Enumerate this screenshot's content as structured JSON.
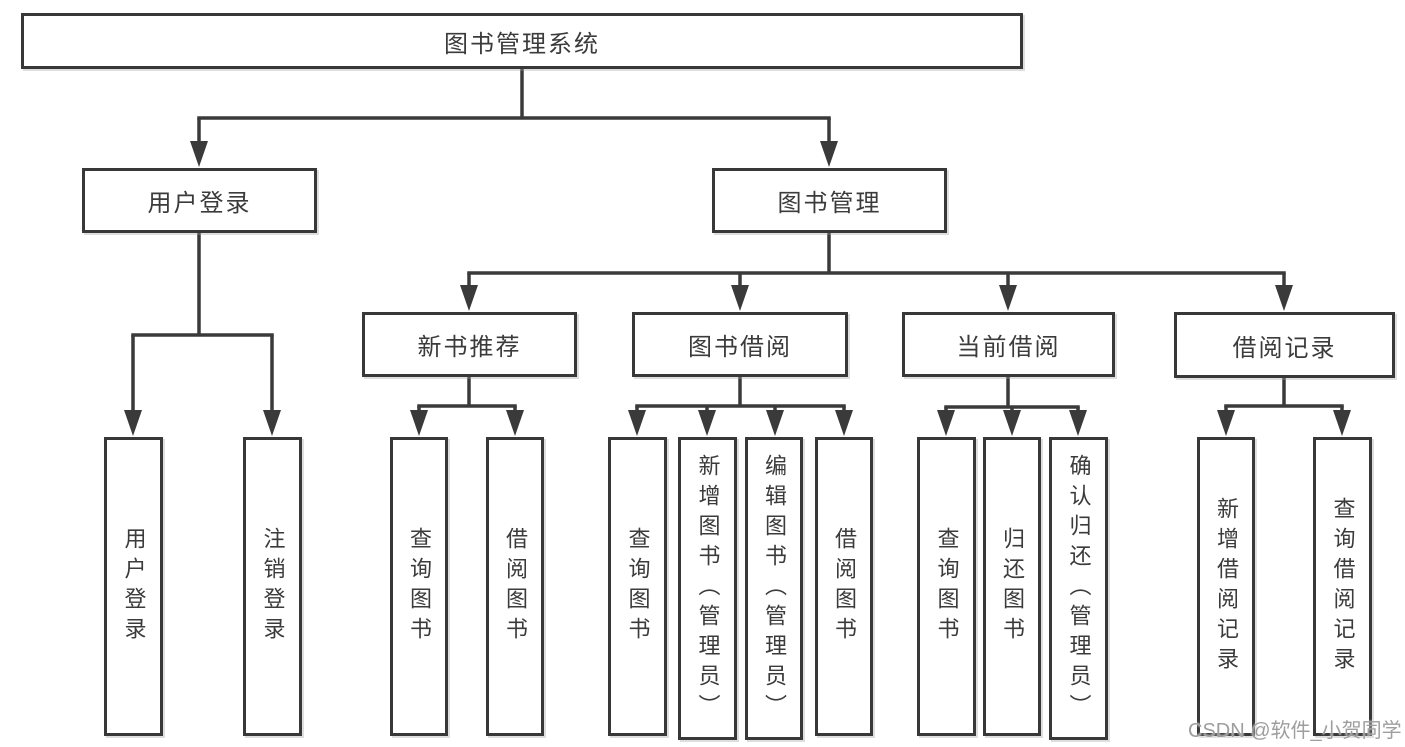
{
  "diagram": {
    "title": "图书管理系统",
    "type": "hierarchy",
    "root": {
      "label": "图书管理系统",
      "children": [
        {
          "label": "用户登录",
          "children": [
            {
              "label": "用户登录"
            },
            {
              "label": "注销登录"
            }
          ]
        },
        {
          "label": "图书管理",
          "children": [
            {
              "label": "新书推荐",
              "children": [
                {
                  "label": "查询图书"
                },
                {
                  "label": "借阅图书"
                }
              ]
            },
            {
              "label": "图书借阅",
              "children": [
                {
                  "label": "查询图书"
                },
                {
                  "label": "新增图书（管理员）"
                },
                {
                  "label": "编辑图书（管理员）"
                },
                {
                  "label": "借阅图书"
                }
              ]
            },
            {
              "label": "当前借阅",
              "children": [
                {
                  "label": "查询图书"
                },
                {
                  "label": "归还图书"
                },
                {
                  "label": "确认归还（管理员）"
                }
              ]
            },
            {
              "label": "借阅记录",
              "children": [
                {
                  "label": "新增借阅记录"
                },
                {
                  "label": "查询借阅记录"
                }
              ]
            }
          ]
        }
      ]
    }
  },
  "watermark": {
    "text": "CSDN @软件_小贺同学"
  },
  "colors": {
    "line": "#3a3a3a",
    "box_border": "#383838",
    "text": "#3b3b3b",
    "watermark": "#9e9e9e",
    "background": "#ffffff"
  }
}
